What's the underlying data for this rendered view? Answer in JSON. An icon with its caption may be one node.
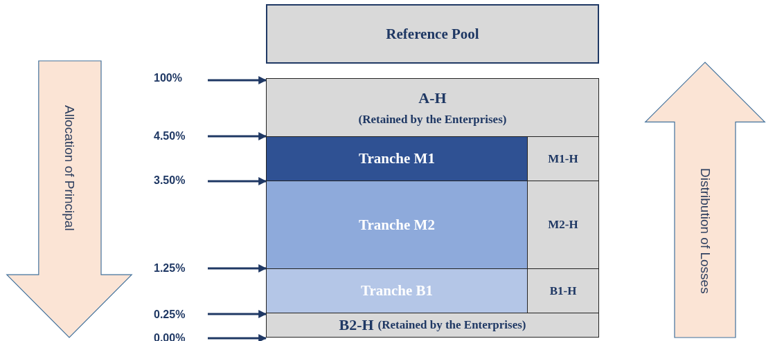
{
  "diagram": {
    "nodes": [
      {
        "text": [
          "Reference Pool"
        ]
      },
      {
        "text": [
          "Allocation of Principal"
        ]
      },
      {
        "text": [
          "Distribution of Losses"
        ]
      },
      {
        "text": [
          "A-H",
          "(Retained by the Enterprises)"
        ]
      },
      {
        "text": [
          "Tranche M1"
        ]
      },
      {
        "text": [
          "M1-H"
        ]
      },
      {
        "text": [
          "Tranche M2"
        ]
      },
      {
        "text": [
          "M2-H"
        ]
      },
      {
        "text": [
          "Tranche B1"
        ]
      },
      {
        "text": [
          "B1-H"
        ]
      },
      {
        "text": [
          "B2-H",
          "(Retained by the Enterprises)"
        ]
      },
      {
        "text": [
          "100%"
        ]
      },
      {
        "text": [
          "4.50%"
        ]
      },
      {
        "text": [
          "3.50%"
        ]
      },
      {
        "text": [
          "1.25%"
        ]
      },
      {
        "text": [
          "0.25%"
        ]
      },
      {
        "text": [
          "0.00%"
        ]
      }
    ],
    "edges": [
      {
        "from": 11,
        "to": 3,
        "arrow": "to"
      },
      {
        "from": 12,
        "to": 4,
        "arrow": "to"
      },
      {
        "from": 13,
        "to": 4,
        "arrow": "to"
      },
      {
        "from": 14,
        "to": 8,
        "arrow": "to"
      },
      {
        "from": 15,
        "to": 10,
        "arrow": "to"
      },
      {
        "from": 16,
        "to": 10,
        "arrow": "to"
      }
    ]
  }
}
